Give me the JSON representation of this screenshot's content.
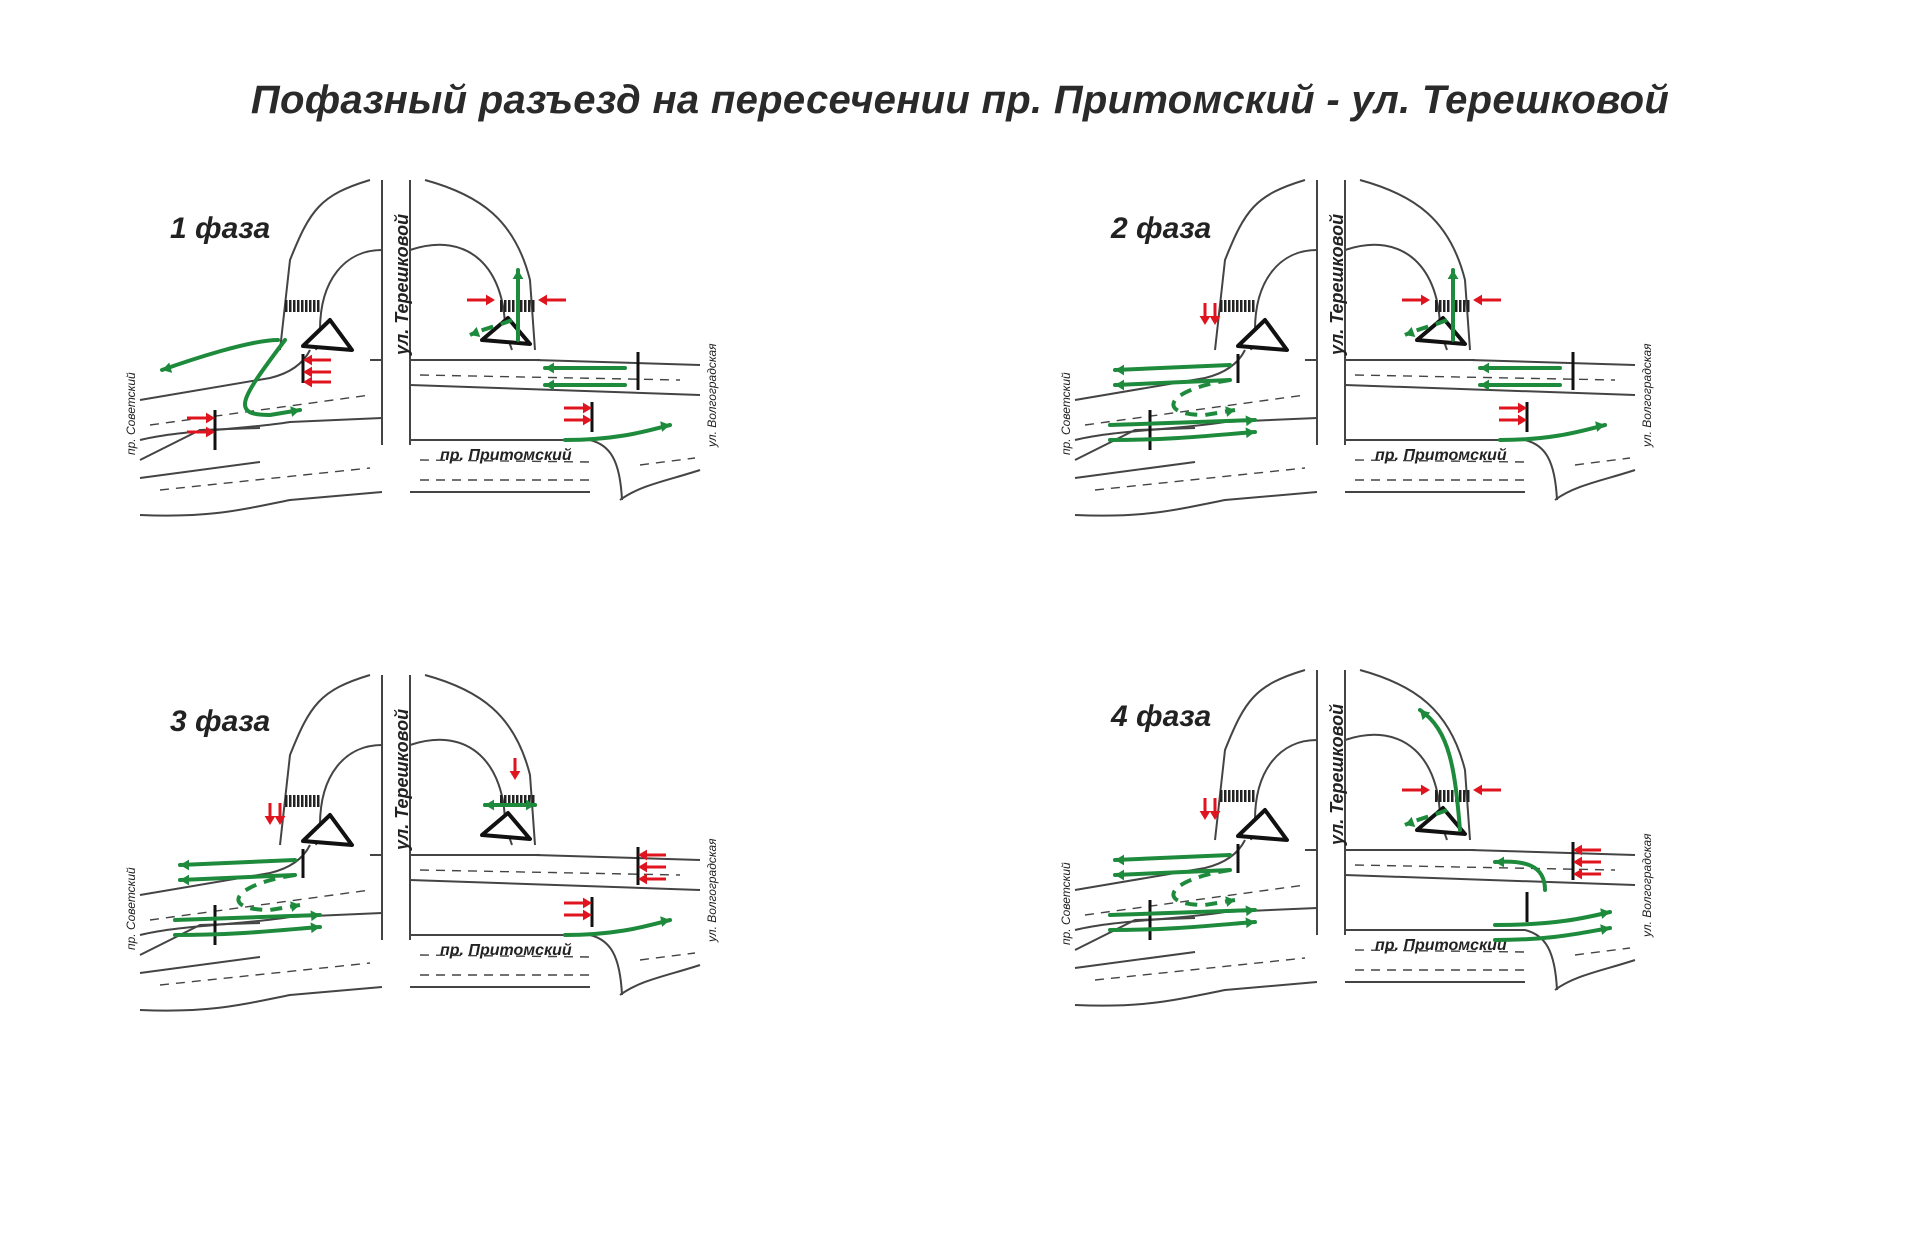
{
  "title": "Пофазный разъезд на пересечении пр. Притомский - ул. Терешковой",
  "colors": {
    "allowed_movement": "#1e8a3c",
    "stopped_movement": "#e0141e",
    "road_outline": "#444444"
  },
  "streets": {
    "tereshkovoy": "ул. Терешковой",
    "pritomsky": "пр. Притомский",
    "sovetsky": "пр. Советский",
    "volgogradskaya": "ул. Волгоградская"
  },
  "phases": [
    {
      "label": "1 фаза"
    },
    {
      "label": "2 фаза"
    },
    {
      "label": "3 фаза"
    },
    {
      "label": "4 фаза"
    }
  ]
}
